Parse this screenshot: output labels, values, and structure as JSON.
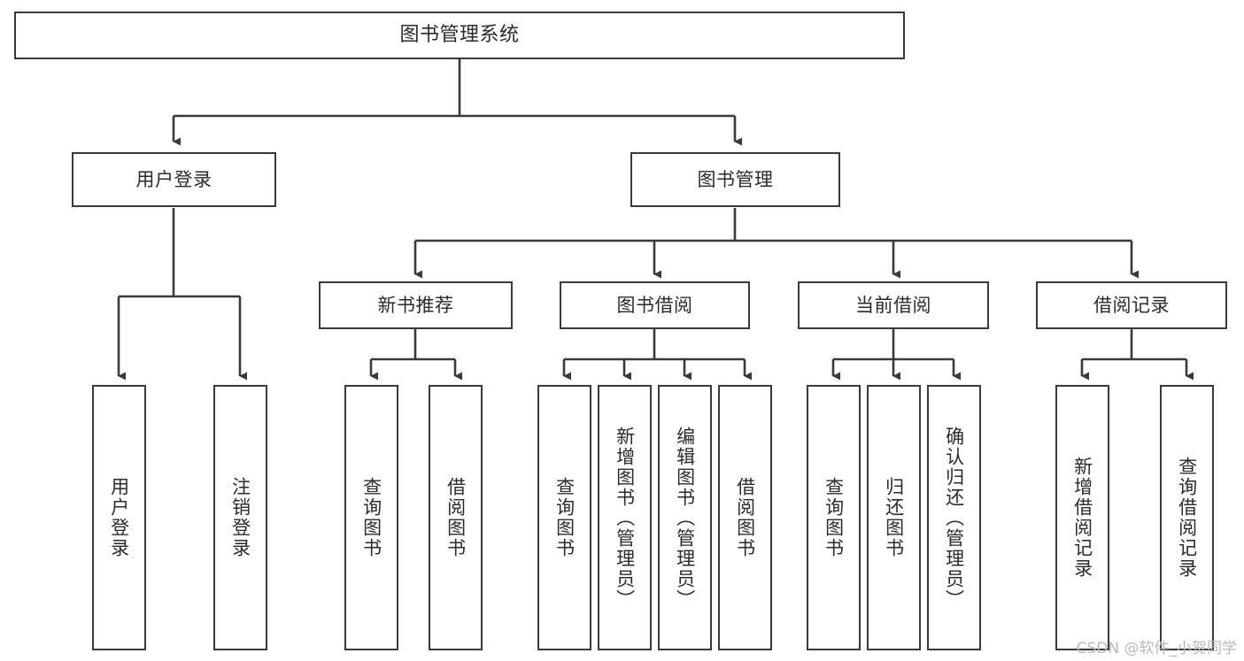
{
  "diagram": {
    "title": "图书管理系统",
    "watermark": "CSDN @软件_小贺同学",
    "colors": {
      "box_border": "#3a3a3a",
      "box_fill": "#ffffff",
      "line": "#3a3a3a",
      "text": "#2b2b2b",
      "watermark": "#b9b9b9"
    },
    "levels": {
      "root": {
        "label": "图书管理系统"
      },
      "level2": [
        {
          "label": "用户登录"
        },
        {
          "label": "图书管理"
        }
      ],
      "level3": [
        {
          "label": "新书推荐"
        },
        {
          "label": "图书借阅"
        },
        {
          "label": "当前借阅"
        },
        {
          "label": "借阅记录"
        }
      ],
      "leaves": {
        "user_login": [
          {
            "label": "用户登录"
          },
          {
            "label": "注销登录"
          }
        ],
        "new_book_recommend": [
          {
            "label": "查询图书"
          },
          {
            "label": "借阅图书"
          }
        ],
        "book_borrow": [
          {
            "label": "查询图书"
          },
          {
            "label": "新增图书（管理员）"
          },
          {
            "label": "编辑图书（管理员）"
          },
          {
            "label": "借阅图书"
          }
        ],
        "current_borrow": [
          {
            "label": "查询图书"
          },
          {
            "label": "归还图书"
          },
          {
            "label": "确认归还（管理员）"
          }
        ],
        "borrow_record": [
          {
            "label": "新增借阅记录"
          },
          {
            "label": "查询借阅记录"
          }
        ]
      }
    }
  }
}
